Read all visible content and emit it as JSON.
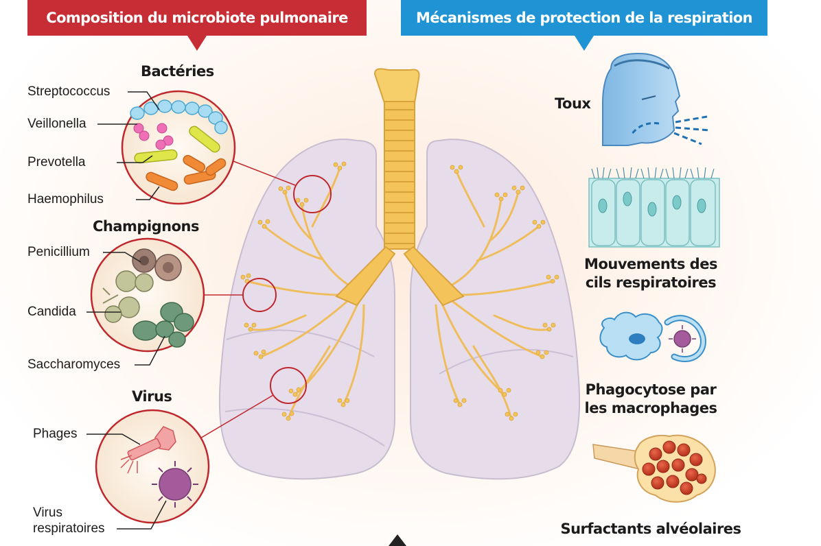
{
  "header": {
    "left_title": "Composition du microbiote pulmonaire",
    "right_title": "Mécanismes de protection de la respiration"
  },
  "bacteria": {
    "title": "Bactéries",
    "labels": [
      "Streptococcus",
      "Veillonella",
      "Prevotella",
      "Haemophilus"
    ]
  },
  "fungi": {
    "title": "Champignons",
    "labels": [
      "Penicillium",
      "Candida",
      "Saccharomyces"
    ]
  },
  "virus": {
    "title": "Virus",
    "labels": [
      "Phages",
      "Virus",
      "respiratoires"
    ]
  },
  "mechanisms": {
    "cough": "Toux",
    "cilia_line1": "Mouvements des",
    "cilia_line2": "cils respiratoires",
    "phago_line1": "Phagocytose par",
    "phago_line2": "les macrophages",
    "surfactant": "Surfactants alvéolaires"
  },
  "colors": {
    "red_banner": "#c62d35",
    "blue_banner": "#1f93d3",
    "lung_fill": "#e6dcea",
    "airway": "#f4c45a",
    "circle_border": "#c0272d"
  }
}
